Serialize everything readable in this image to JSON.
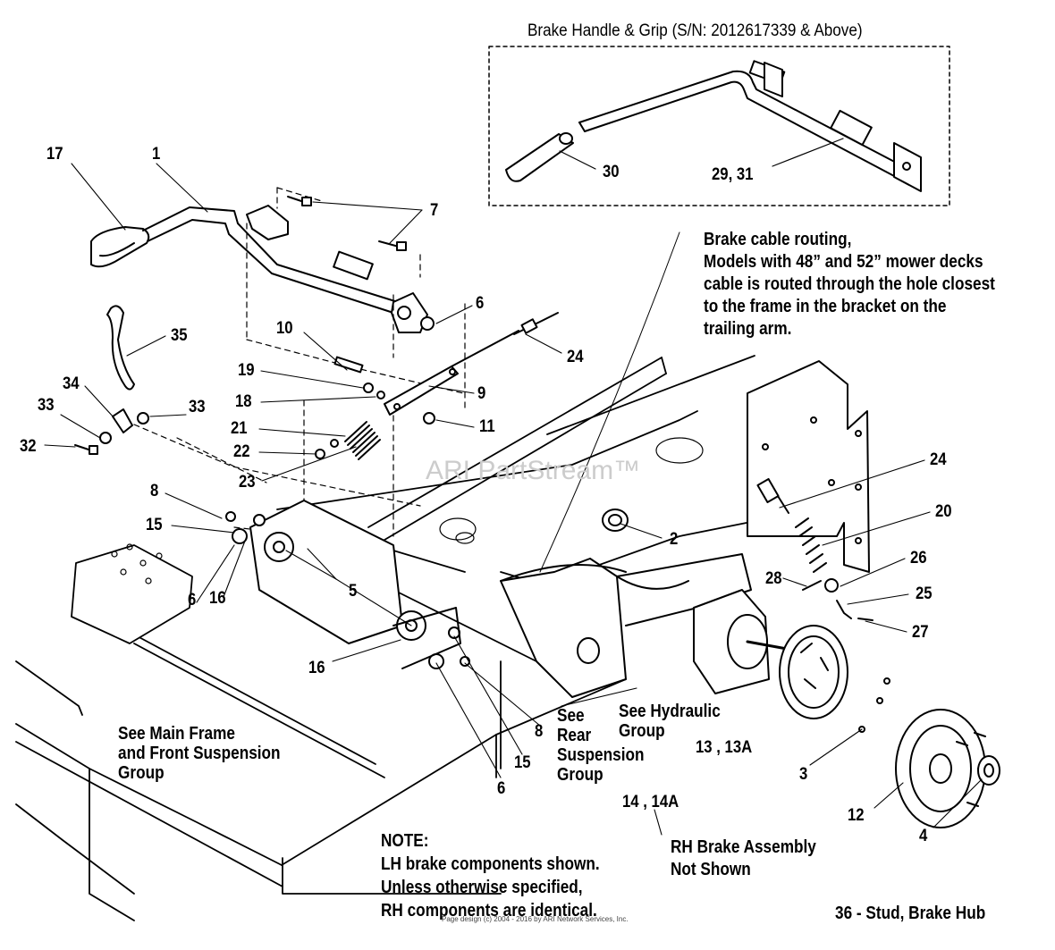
{
  "inset": {
    "title": "Brake Handle & Grip (S/N: 2012617339 & Above)"
  },
  "watermark": "ARI PartStream™",
  "copyright": "Page design (c) 2004 - 2016 by ARI Network Services, Inc.",
  "callouts": [
    {
      "id": "c17",
      "text": "17"
    },
    {
      "id": "c1",
      "text": "1"
    },
    {
      "id": "c7",
      "text": "7"
    },
    {
      "id": "c6a",
      "text": "6"
    },
    {
      "id": "c35",
      "text": "35"
    },
    {
      "id": "c10",
      "text": "10"
    },
    {
      "id": "c24a",
      "text": "24"
    },
    {
      "id": "c19",
      "text": "19"
    },
    {
      "id": "c9",
      "text": "9"
    },
    {
      "id": "c18",
      "text": "18"
    },
    {
      "id": "c34",
      "text": "34"
    },
    {
      "id": "c33a",
      "text": "33"
    },
    {
      "id": "c33b",
      "text": "33"
    },
    {
      "id": "c21",
      "text": "21"
    },
    {
      "id": "c11",
      "text": "11"
    },
    {
      "id": "c32",
      "text": "32"
    },
    {
      "id": "c22",
      "text": "22"
    },
    {
      "id": "c23",
      "text": "23"
    },
    {
      "id": "c8a",
      "text": "8"
    },
    {
      "id": "c15a",
      "text": "15"
    },
    {
      "id": "c2",
      "text": "2"
    },
    {
      "id": "c24b",
      "text": "24"
    },
    {
      "id": "c20",
      "text": "20"
    },
    {
      "id": "c26",
      "text": "26"
    },
    {
      "id": "c28",
      "text": "28"
    },
    {
      "id": "c25",
      "text": "25"
    },
    {
      "id": "c5",
      "text": "5"
    },
    {
      "id": "c6b",
      "text": "6"
    },
    {
      "id": "c16a",
      "text": "16"
    },
    {
      "id": "c27",
      "text": "27"
    },
    {
      "id": "c16b",
      "text": "16"
    },
    {
      "id": "c8b",
      "text": "8"
    },
    {
      "id": "c15b",
      "text": "15"
    },
    {
      "id": "c6c",
      "text": "6"
    },
    {
      "id": "c1313a",
      "text": "13 , 13A"
    },
    {
      "id": "c3",
      "text": "3"
    },
    {
      "id": "c1414a",
      "text": "14 , 14A"
    },
    {
      "id": "c12",
      "text": "12"
    },
    {
      "id": "c4",
      "text": "4"
    },
    {
      "id": "c30",
      "text": "30"
    },
    {
      "id": "c2931",
      "text": "29, 31"
    }
  ],
  "notes": {
    "cable_routing": "Brake cable routing,\nModels with 48” and 52” mower decks\ncable is routed through the hole closest\nto the frame in the bracket on the\ntrailing arm.",
    "main_frame": "See Main Frame\nand Front Suspension\nGroup",
    "rear_suspension": "See\nRear\nSuspension\nGroup",
    "hydraulic": "See Hydraulic\nGroup",
    "rh_brake": "RH Brake Assembly\nNot Shown",
    "note": "NOTE:\nLH brake components shown.\nUnless otherwise specified,\nRH components are identical.",
    "stud": "36 - Stud, Brake Hub"
  }
}
